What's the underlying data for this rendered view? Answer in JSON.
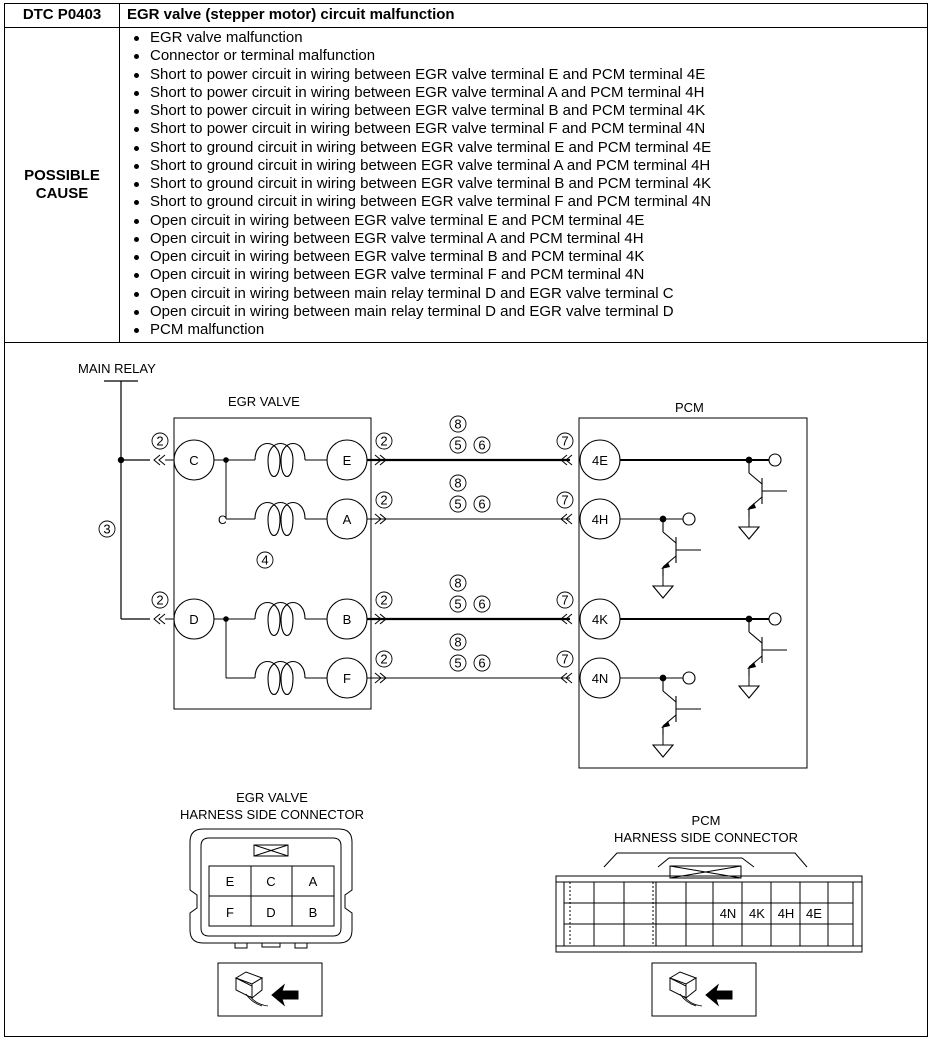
{
  "header": {
    "code": "DTC P0403",
    "title": "EGR valve (stepper motor) circuit malfunction"
  },
  "possible_cause": {
    "label_line1": "POSSIBLE",
    "label_line2": "CAUSE",
    "items": [
      "EGR valve malfunction",
      "Connector or terminal malfunction",
      "Short to power circuit in wiring between EGR valve terminal E and PCM terminal 4E",
      "Short to power circuit in wiring between EGR valve terminal A and PCM terminal 4H",
      "Short to power circuit in wiring between EGR valve terminal B and PCM terminal 4K",
      "Short to power circuit in wiring between EGR valve terminal F and PCM terminal 4N",
      "Short to ground circuit in wiring between EGR valve terminal E and PCM terminal 4E",
      "Short to ground circuit in wiring between EGR valve terminal A and PCM terminal 4H",
      "Short to ground circuit in wiring between EGR valve terminal B and PCM terminal 4K",
      "Short to ground circuit in wiring between EGR valve terminal F and PCM terminal 4N",
      "Open circuit in wiring between EGR valve terminal E and PCM terminal 4E",
      "Open circuit in wiring between EGR valve terminal A and PCM terminal 4H",
      "Open circuit in wiring between EGR valve terminal B and PCM terminal 4K",
      "Open circuit in wiring between EGR valve terminal F and PCM terminal 4N",
      "Open circuit in wiring between main relay terminal D and EGR valve terminal C",
      "Open circuit in wiring between main relay terminal D and EGR valve terminal D",
      "PCM malfunction"
    ]
  },
  "diagram": {
    "main_relay": "MAIN RELAY",
    "egr_valve": "EGR VALVE",
    "pcm": "PCM",
    "egr_terminals": {
      "c": "C",
      "d": "D",
      "e": "E",
      "a": "A",
      "b": "B",
      "f": "F"
    },
    "pcm_terminals": {
      "e4": "4E",
      "h4": "4H",
      "k4": "4K",
      "n4": "4N"
    },
    "callouts": {
      "n2": "2",
      "n3": "3",
      "n4": "4",
      "n5": "5",
      "n6": "6",
      "n7": "7",
      "n8": "8"
    },
    "egr_connector_title_1": "EGR VALVE",
    "egr_connector_title_2": "HARNESS SIDE CONNECTOR",
    "egr_connector_pins": [
      "E",
      "C",
      "A",
      "F",
      "D",
      "B"
    ],
    "pcm_connector_title_1": "PCM",
    "pcm_connector_title_2": "HARNESS SIDE CONNECTOR",
    "pcm_connector_pins": [
      "4N",
      "4K",
      "4H",
      "4E"
    ]
  }
}
